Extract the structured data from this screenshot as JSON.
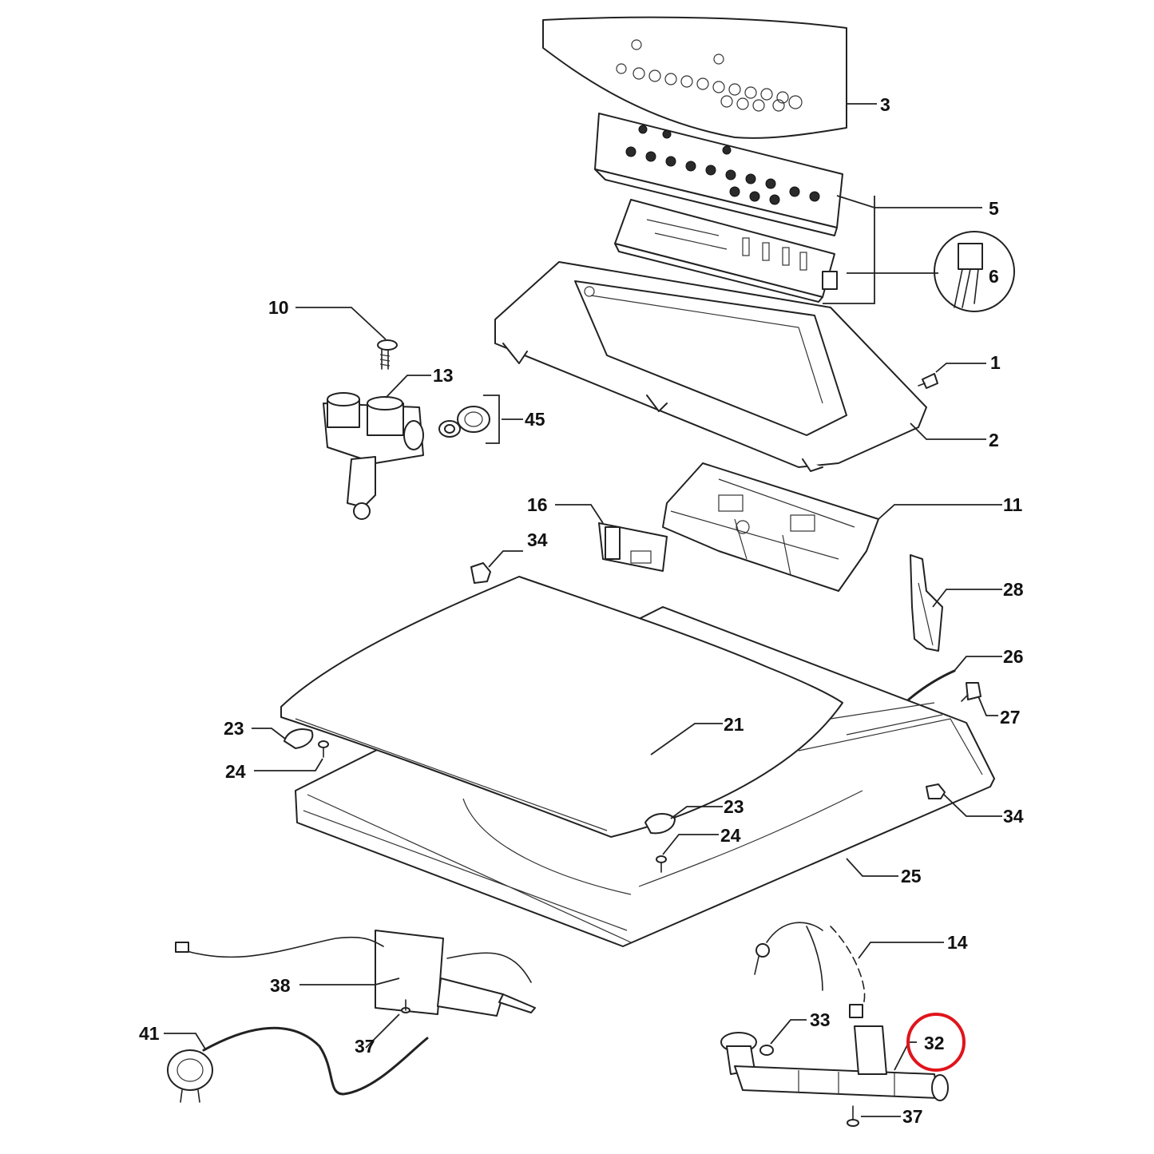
{
  "callouts": {
    "c3": "3",
    "c5": "5",
    "c6": "6",
    "c10": "10",
    "c13": "13",
    "c45": "45",
    "c1": "1",
    "c2": "2",
    "c16": "16",
    "c11": "11",
    "c34a": "34",
    "c28": "28",
    "c26": "26",
    "c27": "27",
    "c23a": "23",
    "c21": "21",
    "c24a": "24",
    "c23b": "23",
    "c24b": "24",
    "c34b": "34",
    "c25": "25",
    "c14": "14",
    "c38": "38",
    "c41": "41",
    "c37a": "37",
    "c33": "33",
    "c32": "32",
    "c37b": "37"
  },
  "highlighted_part": "32",
  "colors": {
    "line": "#222222",
    "highlight": "#e0141b",
    "background": "#ffffff"
  }
}
